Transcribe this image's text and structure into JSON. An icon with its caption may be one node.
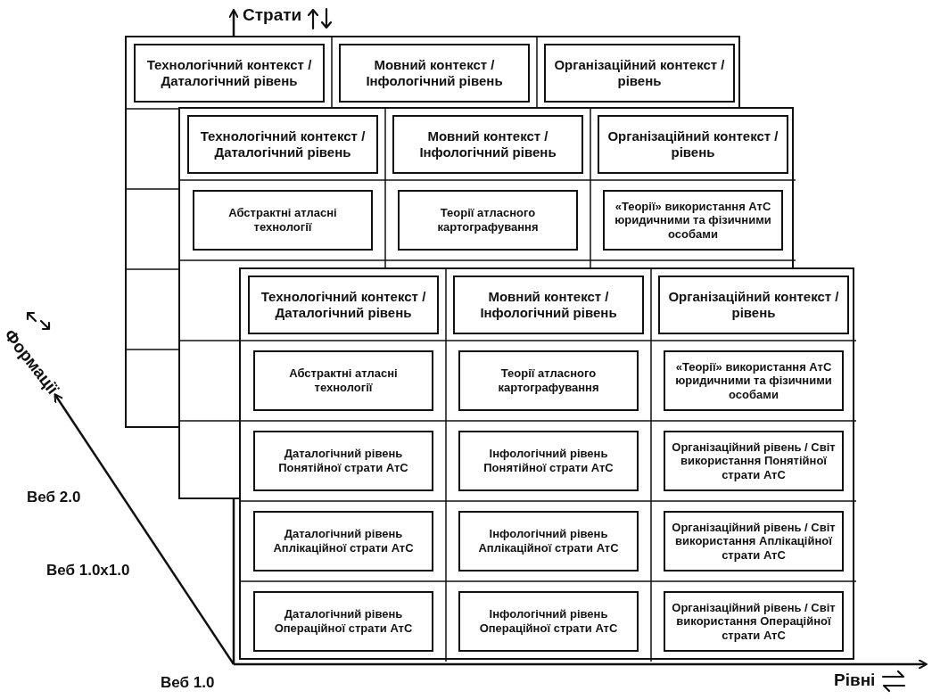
{
  "diagram": {
    "nodes": [
      {
        "text": [
          "Технологічний контекст / Даталогічний рівень"
        ]
      },
      {
        "text": [
          "Мовний контекст / Інфологічний рівень"
        ]
      },
      {
        "text": [
          "Організаційний контекст / рівень"
        ]
      },
      {
        "text": [
          "Технологічний контекст / Даталогічний рівень"
        ]
      },
      {
        "text": [
          "Мовний контекст / Інфологічний рівень"
        ]
      },
      {
        "text": [
          "Організаційний контекст / рівень"
        ]
      },
      {
        "text": [
          "Абстрактні атласні технології"
        ]
      },
      {
        "text": [
          "Теорії атласного картографування"
        ]
      },
      {
        "text": [
          "«Теорії» використання АтС юридичними та фізичними особами"
        ]
      },
      {
        "text": [
          "Технологічний контекст / Даталогічний рівень"
        ]
      },
      {
        "text": [
          "Мовний контекст / Інфологічний рівень"
        ]
      },
      {
        "text": [
          "Організаційний контекст / рівень"
        ]
      },
      {
        "text": [
          "Абстрактні атласні технології"
        ]
      },
      {
        "text": [
          "Теорії атласного картографування"
        ]
      },
      {
        "text": [
          "«Теорії» використання АтС юридичними та фізичними особами"
        ]
      },
      {
        "text": [
          "Даталогічний рівень Понятійної страти АтС"
        ]
      },
      {
        "text": [
          "Інфологічний рівень Понятійної страти АтС"
        ]
      },
      {
        "text": [
          "Організаційний рівень / Світ використання Понятійної страти АтС"
        ]
      },
      {
        "text": [
          "Даталогічний рівень Аплікаційної страти АтС"
        ]
      },
      {
        "text": [
          "Інфологічний рівень Аплікаційної страти АтС"
        ]
      },
      {
        "text": [
          "Організаційний рівень / Світ використання Аплікаційної страти АтС"
        ]
      },
      {
        "text": [
          "Даталогічний рівень Операційної страти АтС"
        ]
      },
      {
        "text": [
          "Інфологічний рівень Операційної страти АтС"
        ]
      },
      {
        "text": [
          "Організаційний рівень / Світ використання Операційної страти АтС"
        ]
      }
    ],
    "labels": [
      "Страти",
      "Формації",
      "Веб 2.0",
      "Веб 1.0x1.0",
      "Веб 1.0",
      "Рівні"
    ]
  }
}
